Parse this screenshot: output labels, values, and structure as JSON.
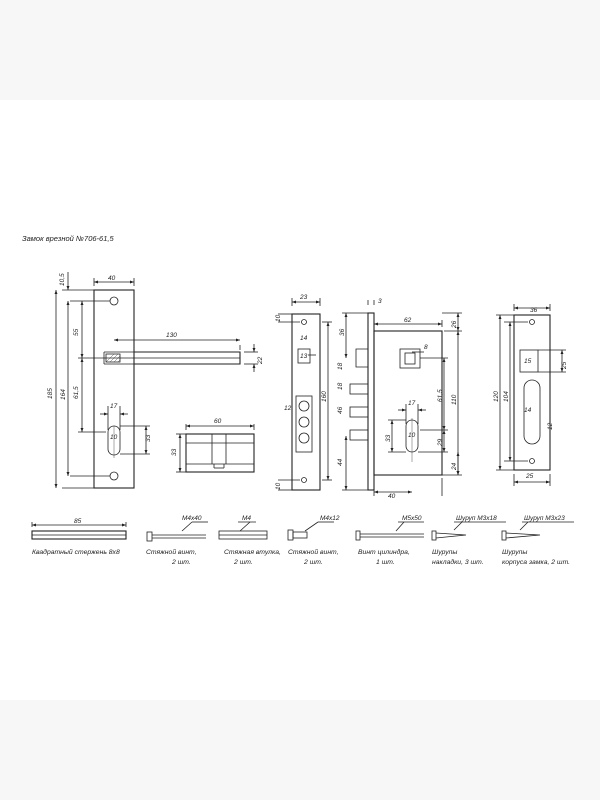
{
  "title": "Замок врезной №706-61,5",
  "handle": {
    "d_10_5": "10,5",
    "d_40": "40",
    "d_55": "55",
    "d_185": "185",
    "d_164": "164",
    "d_61_5": "61,5",
    "d_130": "130",
    "d_22": "22",
    "d_17": "17",
    "d_10": "10",
    "d_33": "33"
  },
  "cylinder": {
    "d_60": "60",
    "d_33": "33"
  },
  "faceplate": {
    "d_23": "23",
    "d_10_top": "10",
    "d_14": "14",
    "d_13": "13",
    "d_12": "12",
    "d_160": "160",
    "d_10_bottom": "10"
  },
  "lockbody": {
    "d_3": "3",
    "d_36": "36",
    "d_62": "62",
    "d_26": "26",
    "d_8": "8",
    "d_18a": "18",
    "d_18b": "18",
    "d_46": "46",
    "d_44": "44",
    "d_61_5": "61,5",
    "d_110": "110",
    "d_17": "17",
    "d_33": "33",
    "d_10": "10",
    "d_29": "29",
    "d_24": "24",
    "d_40": "40"
  },
  "strike": {
    "d_36": "36",
    "d_15": "15",
    "d_25a": "25",
    "d_120": "120",
    "d_104": "104",
    "d_14": "14",
    "d_12": "12",
    "d_25b": "25"
  },
  "parts": {
    "spindle_dim": "85",
    "spindle_label": "Квадратный стержень 8х8",
    "screw1_spec": "M4x40",
    "screw1_label_1": "Стяжной винт,",
    "screw1_label_2": "2 шт.",
    "bushing_spec": "M4",
    "bushing_label_1": "Стяжная втулка,",
    "bushing_label_2": "2 шт.",
    "screw2_spec": "M4x12",
    "screw2_label_1": "Стяжной винт,",
    "screw2_label_2": "2 шт.",
    "cyl_screw_spec": "M5x50",
    "cyl_screw_label_1": "Винт цилиндра,",
    "cyl_screw_label_2": "1 шт.",
    "wood1_spec": "Шуруп M3x18",
    "wood1_label_1": "Шурупы",
    "wood1_label_2": "накладки, 3 шт.",
    "wood2_spec": "Шуруп M3x23",
    "wood2_label_1": "Шурупы",
    "wood2_label_2": "корпуса замка, 2 шт."
  }
}
